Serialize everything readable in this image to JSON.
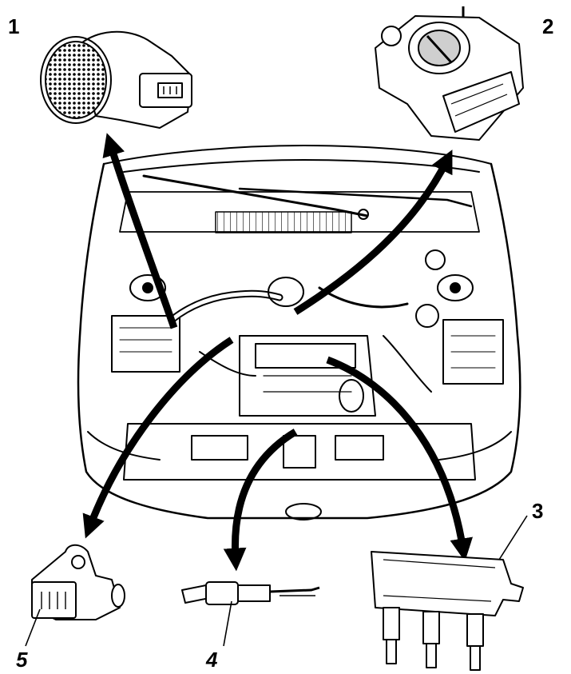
{
  "labels": {
    "c1": "1",
    "c2": "2",
    "c3": "3",
    "c4": "4",
    "c5": "5"
  },
  "colors": {
    "ink": "#000000",
    "paper": "#ffffff",
    "shade": "#cfcfcf"
  }
}
